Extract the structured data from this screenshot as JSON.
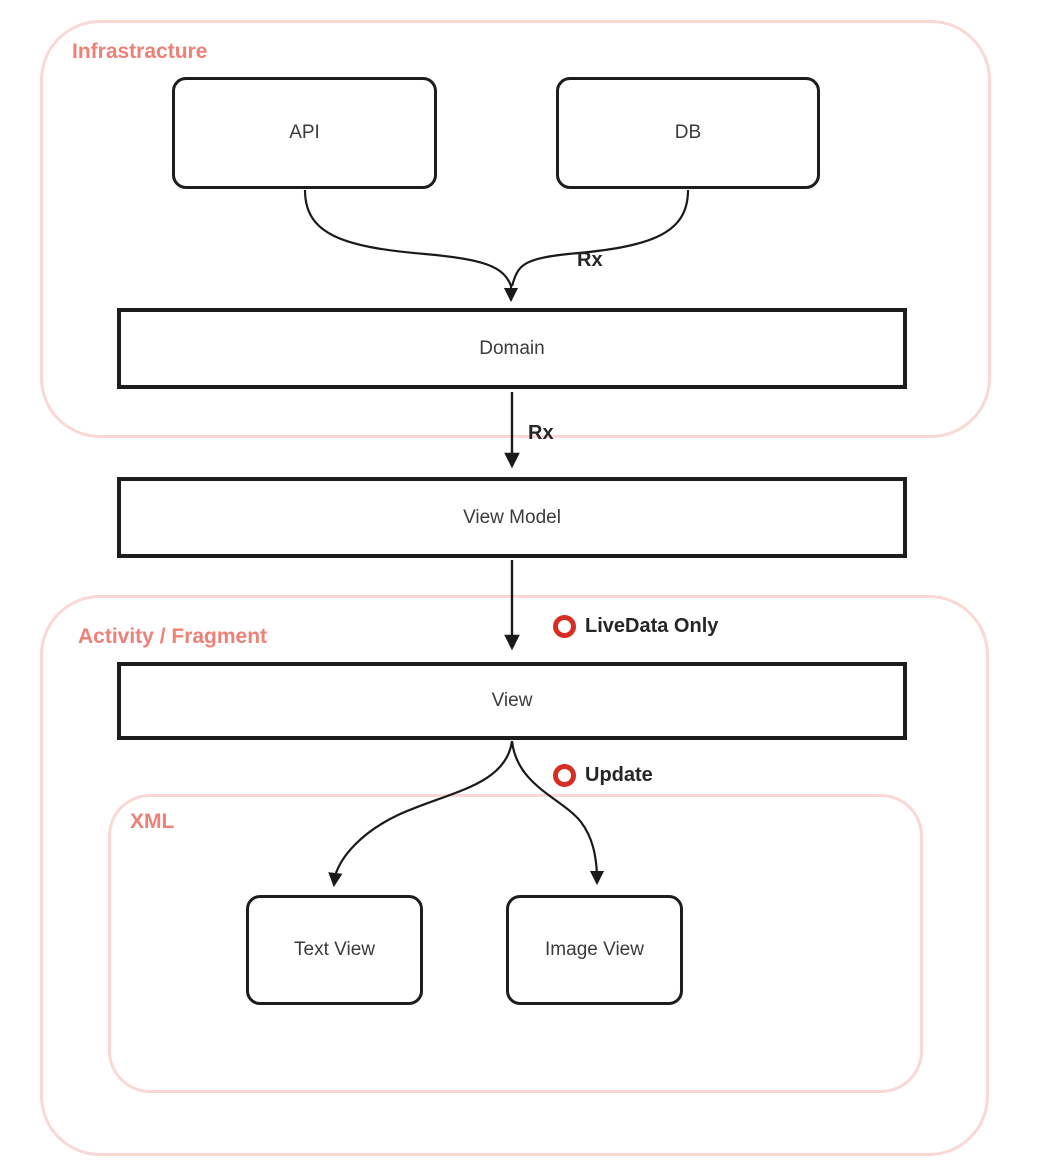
{
  "diagram": {
    "containers": {
      "infrastructure": {
        "label": "Infrastracture"
      },
      "activity_fragment": {
        "label": "Activity / Fragment"
      },
      "xml": {
        "label": "XML"
      }
    },
    "nodes": {
      "api": {
        "label": "API"
      },
      "db": {
        "label": "DB"
      },
      "domain": {
        "label": "Domain"
      },
      "view_model": {
        "label": "View Model"
      },
      "view": {
        "label": "View"
      },
      "text_view": {
        "label": "Text View"
      },
      "image_view": {
        "label": "Image View"
      }
    },
    "annotations": {
      "rx_infra": {
        "label": "Rx"
      },
      "rx_domain": {
        "label": "Rx"
      },
      "livedata": {
        "label": "LiveData Only"
      },
      "update": {
        "label": "Update"
      }
    },
    "colors": {
      "container_border": "#f9d8d5",
      "container_label": "#ee8177",
      "node_border": "#1d1d1d",
      "node_text": "#3b3b3b",
      "arrow": "#1a1a1a",
      "marker_ring": "#d62e24",
      "annotation_text": "#262626",
      "background": "#ffffff"
    }
  }
}
